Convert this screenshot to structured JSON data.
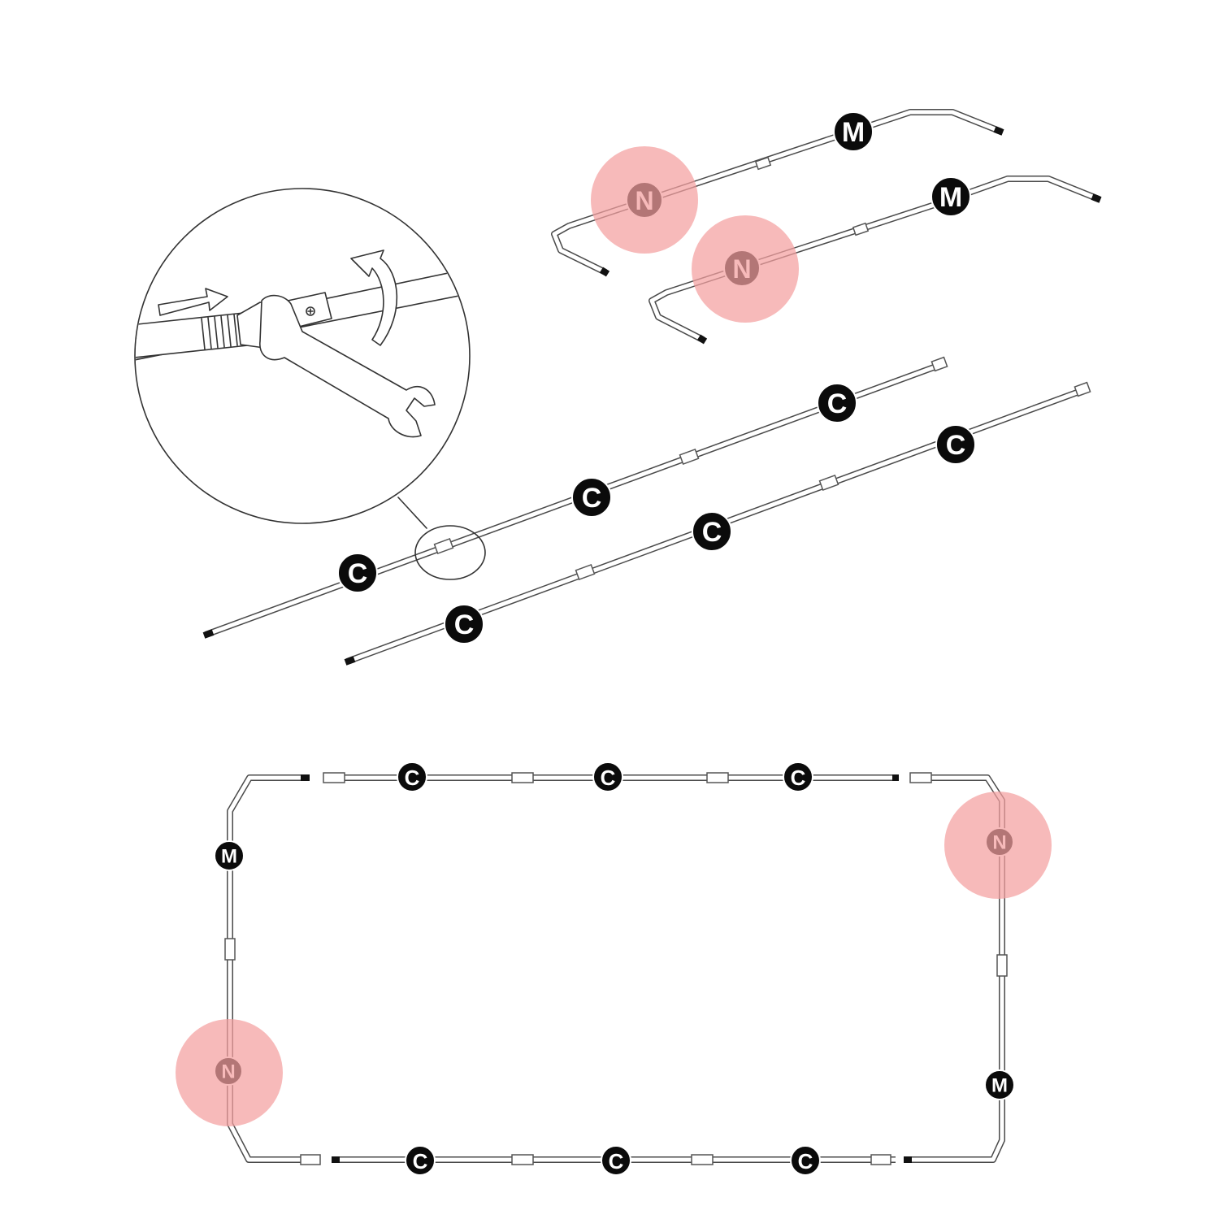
{
  "labels": {
    "c": "C",
    "m": "M",
    "n": "N"
  },
  "colors": {
    "badge": "#0b0b0b",
    "highlight": "#f4a0a0",
    "line": "#333333"
  },
  "icons": {
    "detail": "wrench-icon",
    "push": "arrow-right-icon",
    "rotate": "rotate-arrow-icon"
  }
}
